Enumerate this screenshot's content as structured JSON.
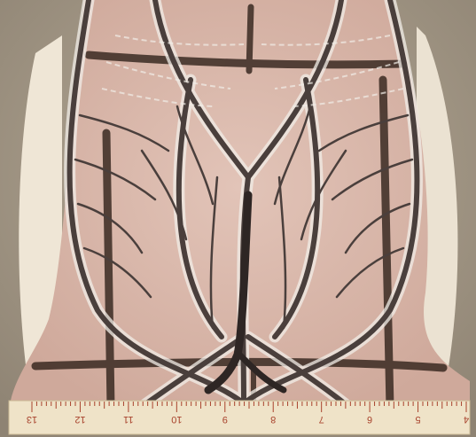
{
  "image": {
    "description_icon": "anatomical-photo-icon",
    "colors": {
      "background": "#9c8f7f",
      "fur": "#e8dfd0",
      "skin": "#d9b9ad",
      "ink_mark": "#3a2a22",
      "vessel": "#4a3f3c",
      "vessel_outline": "#f2eee8",
      "ruler": "#efe3c8",
      "ruler_ticks": "#a8432d"
    }
  },
  "ruler": {
    "numbers": [
      "13",
      "12",
      "11",
      "10",
      "9",
      "8",
      "7",
      "6",
      "5",
      "4"
    ]
  }
}
